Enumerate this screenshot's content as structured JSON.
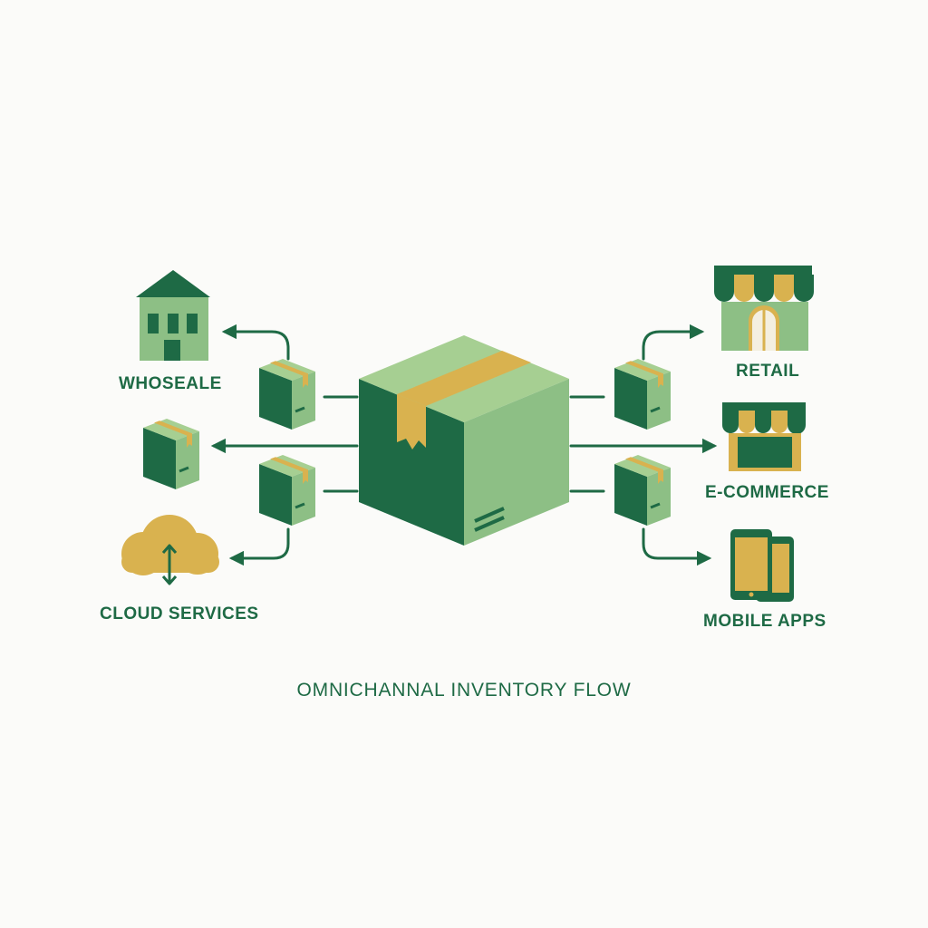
{
  "title": "OMNICHANNAL INVENTORY FLOW",
  "channels": {
    "wholesale": "WHOSEALE",
    "cloud": "CLOUD SERVICES",
    "retail": "RETAIL",
    "ecommerce": "E-COMMERCE",
    "mobile": "MOBILE APPS"
  },
  "colors": {
    "dark_green": "#1e6a45",
    "light_green": "#8dbf85",
    "mid_green": "#6ea872",
    "gold": "#d9b24f",
    "background": "#fbfbf9"
  },
  "icons": [
    "inventory-box-icon",
    "house-icon",
    "cloud-icon",
    "storefront-icon",
    "online-store-icon",
    "mobile-devices-icon",
    "package-icon"
  ]
}
